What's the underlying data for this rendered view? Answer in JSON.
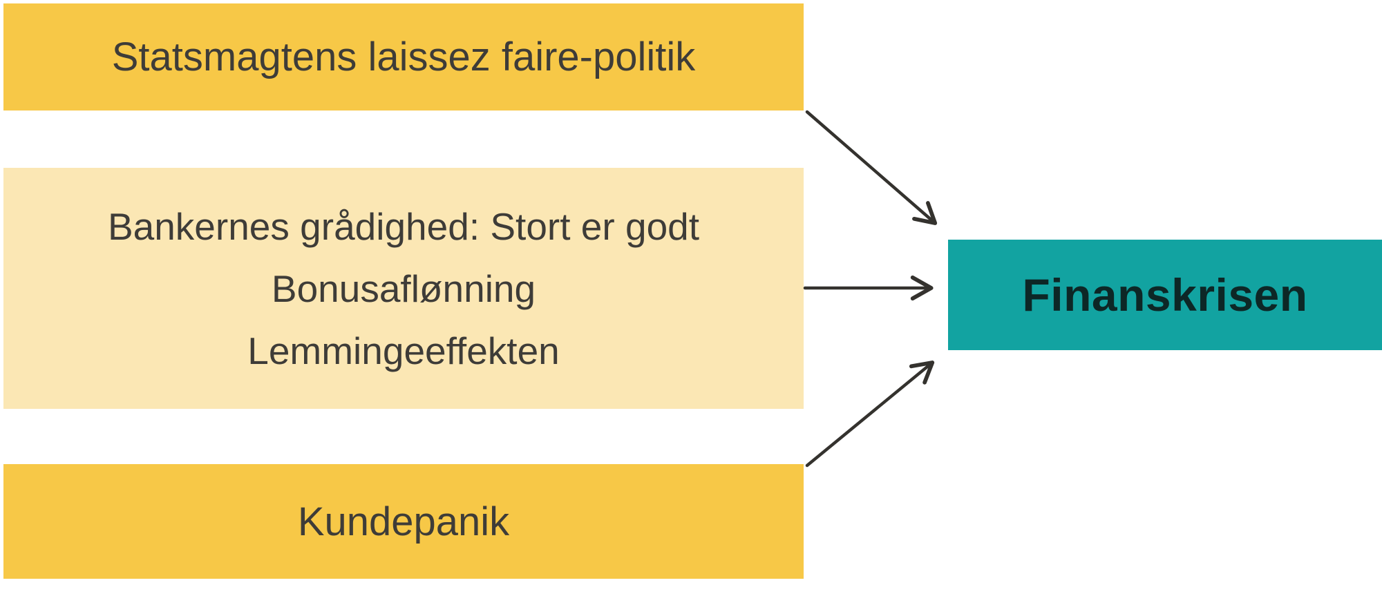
{
  "diagram": {
    "title": "Finanskrisen cause-effect diagram",
    "causes": [
      {
        "id": "statsmagten",
        "label": "Statsmagtens laissez faire-politik",
        "variant": "gold"
      },
      {
        "id": "bankerne",
        "variant": "light-yellow",
        "lines": [
          "Bankernes grådighed: Stort er godt",
          "Bonusaflønning",
          "Lemmingeeffekten"
        ]
      },
      {
        "id": "kundepanik",
        "label": "Kundepanik",
        "variant": "gold"
      }
    ],
    "effect": {
      "id": "finanskrisen",
      "label": "Finanskrisen"
    },
    "arrows": [
      {
        "from": "statsmagten",
        "to": "finanskrisen"
      },
      {
        "from": "bankerne",
        "to": "finanskrisen"
      },
      {
        "from": "kundepanik",
        "to": "finanskrisen"
      }
    ]
  },
  "theme": {
    "gold": "#F7C847",
    "light-yellow": "#FBE7B4",
    "teal": "#12A3A1",
    "text-dark": "#3E3C38",
    "effect-text": "#0D2726",
    "arrow": "#34322E",
    "bg": "#FFFFFF"
  }
}
